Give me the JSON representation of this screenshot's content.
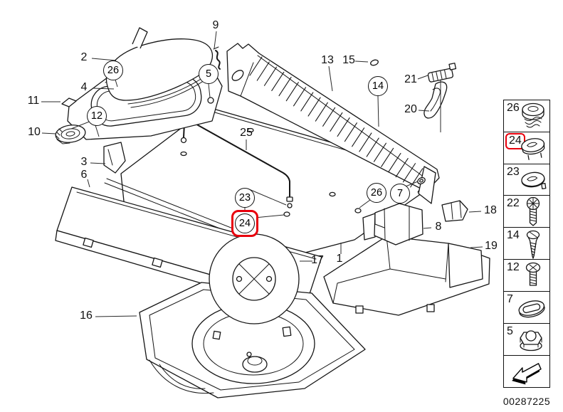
{
  "doc_number": "00287225",
  "highlight_color": "#e8000d",
  "diagram": {
    "callouts": [
      {
        "label": "2",
        "shape": "plain"
      },
      {
        "label": "26",
        "shape": "circled"
      },
      {
        "label": "4",
        "shape": "plain"
      },
      {
        "label": "11",
        "shape": "plain"
      },
      {
        "label": "12",
        "shape": "circled"
      },
      {
        "label": "10",
        "shape": "plain"
      },
      {
        "label": "3",
        "shape": "plain"
      },
      {
        "label": "6",
        "shape": "plain"
      },
      {
        "label": "9",
        "shape": "plain"
      },
      {
        "label": "5",
        "shape": "circled"
      },
      {
        "label": "13",
        "shape": "plain"
      },
      {
        "label": "15",
        "shape": "plain"
      },
      {
        "label": "14",
        "shape": "circled"
      },
      {
        "label": "21",
        "shape": "plain"
      },
      {
        "label": "20",
        "shape": "plain"
      },
      {
        "label": "25",
        "shape": "plain"
      },
      {
        "label": "23",
        "shape": "circled"
      },
      {
        "label": "24",
        "shape": "circled-highlighted"
      },
      {
        "label": "26",
        "shape": "circled"
      },
      {
        "label": "7",
        "shape": "circled"
      },
      {
        "label": "18",
        "shape": "plain"
      },
      {
        "label": "8",
        "shape": "plain"
      },
      {
        "label": "19",
        "shape": "plain"
      },
      {
        "label": "1",
        "shape": "plain"
      },
      {
        "label": "17",
        "shape": "plain"
      },
      {
        "label": "16",
        "shape": "plain"
      }
    ]
  },
  "sidebar": {
    "items": [
      {
        "number": "26",
        "icon": "round-plug-icon",
        "highlighted": false
      },
      {
        "number": "24",
        "icon": "oval-cap-icon",
        "highlighted": true
      },
      {
        "number": "23",
        "icon": "oval-cover-icon",
        "highlighted": false
      },
      {
        "number": "22",
        "icon": "phillips-screw-icon",
        "highlighted": false
      },
      {
        "number": "14",
        "icon": "tapping-screw-icon",
        "highlighted": false
      },
      {
        "number": "12",
        "icon": "machine-screw-icon",
        "highlighted": false
      },
      {
        "number": "7",
        "icon": "grommet-icon",
        "highlighted": false
      },
      {
        "number": "5",
        "icon": "flange-nut-icon",
        "highlighted": false
      }
    ],
    "footer_icon": "direction-arrow-icon"
  }
}
